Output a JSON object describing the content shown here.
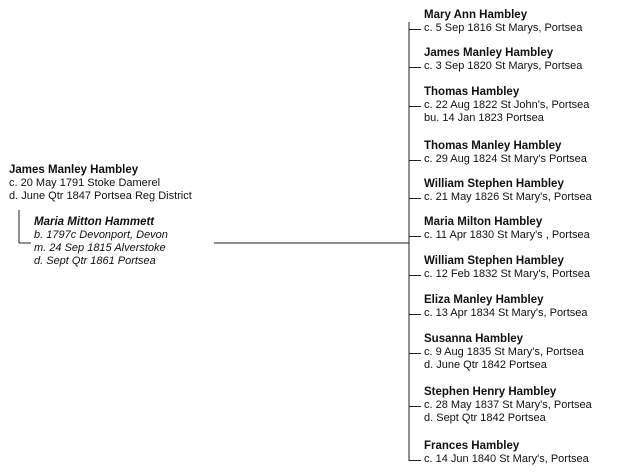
{
  "father": {
    "name": "James Manley Hambley",
    "details": [
      "c. 20 May 1791 Stoke Damerel",
      "d. June Qtr 1847 Portsea Reg District"
    ]
  },
  "mother": {
    "name": "Maria Mitton Hammett",
    "details": [
      "b. 1797c Devonport, Devon",
      "m. 24 Sep 1815 Alverstoke",
      "d. Sept Qtr 1861 Portsea"
    ]
  },
  "children": [
    {
      "name": "Mary Ann Hambley",
      "details": [
        "c. 5 Sep 1816 St Marys, Portsea"
      ]
    },
    {
      "name": "James Manley Hambley",
      "details": [
        "c. 3 Sep 1820 St Marys, Portsea"
      ]
    },
    {
      "name": "Thomas Hambley",
      "details": [
        "c. 22 Aug 1822 St John's, Portsea",
        "bu. 14 Jan 1823 Portsea"
      ]
    },
    {
      "name": "Thomas Manley Hambley",
      "details": [
        "c. 29 Aug 1824 St Mary's Portsea"
      ]
    },
    {
      "name": "William Stephen Hambley",
      "details": [
        "c. 21 May 1826 St Mary's, Portsea"
      ]
    },
    {
      "name": "Maria Milton Hambley",
      "details": [
        "c. 11 Apr 1830 St Mary's , Portsea"
      ]
    },
    {
      "name": "William Stephen Hambley",
      "details": [
        "c. 12 Feb 1832 St Mary's, Portsea"
      ]
    },
    {
      "name": "Eliza Manley Hambley",
      "details": [
        "c. 13 Apr 1834 St Mary's, Portsea"
      ]
    },
    {
      "name": "Susanna Hambley",
      "details": [
        "c. 9 Aug 1835 St Mary's, Portsea",
        "d. June Qtr 1842 Portsea"
      ]
    },
    {
      "name": "Stephen Henry Hambley",
      "details": [
        "c. 28 May 1837 St Mary's, Portsea",
        "d. Sept Qtr 1842 Portsea"
      ]
    },
    {
      "name": "Frances Hambley",
      "details": [
        "c. 14 Jun 1840 St Mary's, Portsea"
      ]
    }
  ],
  "colors": {
    "text": "#111111",
    "line": "#222222",
    "background": "#ffffff"
  }
}
